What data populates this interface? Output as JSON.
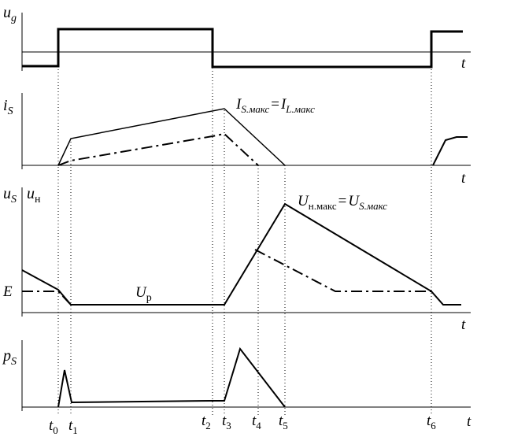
{
  "panels": {
    "ug": {
      "label_main": "u",
      "label_sub": "g"
    },
    "iS": {
      "label_main": "i",
      "label_sub": "S"
    },
    "uS": {
      "label_main": "u",
      "label_sub": "S",
      "label2_main": "u",
      "label2_sub": "н"
    },
    "pS": {
      "label_main": "p",
      "label_sub": "S"
    }
  },
  "axis_symbol": "t",
  "annotations": {
    "i_max": {
      "a_main": "I",
      "a_sub": "S.макс",
      "eq": "=",
      "b_main": "I",
      "b_sub": "L.макс"
    },
    "u_max": {
      "a_main": "U",
      "a_sub": "н.макс",
      "eq": "=",
      "b_main": "U",
      "b_sub": "S.макс"
    },
    "E": "E",
    "Up": {
      "main": "U",
      "sub": "p"
    }
  },
  "time_marks": [
    {
      "main": "t",
      "sub": "0"
    },
    {
      "main": "t",
      "sub": "1"
    },
    {
      "main": "t",
      "sub": "2"
    },
    {
      "main": "t",
      "sub": "3"
    },
    {
      "main": "t",
      "sub": "4"
    },
    {
      "main": "t",
      "sub": "5"
    },
    {
      "main": "t",
      "sub": "6"
    }
  ]
}
